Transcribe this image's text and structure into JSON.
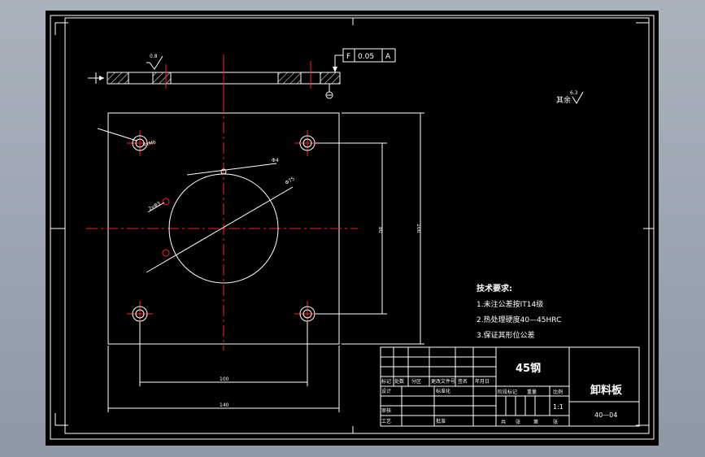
{
  "flatness_tolerance": {
    "symbol": "F",
    "value": "0.05",
    "datum": "A"
  },
  "roughness": {
    "section": "0.8",
    "general": "6.3"
  },
  "general_roughness_label": "其余",
  "dimensions": {
    "hole_callout": "4xM6",
    "hole_diameter": "Φ4",
    "bore_diameter": "Φ75",
    "pin_hole": "2xΦ3",
    "inner_height": "80",
    "outer_height": "100",
    "inner_width": "100",
    "outer_width": "140"
  },
  "tech_requirements": {
    "title": "技术要求:",
    "items": [
      "1.未注公差按IT14级",
      "2.热处理硬度40—45HRC",
      "3.保证其形位公差"
    ]
  },
  "title_block": {
    "material": "45钢",
    "part_name": "卸料板",
    "drawing_number": "40—04",
    "scale": "1:1",
    "row_labels": [
      "标记",
      "处数",
      "分区",
      "更改文件号",
      "签名",
      "年月日"
    ],
    "sign_labels": [
      "设计",
      "标准化"
    ],
    "check_labels": [
      "审核",
      "批准"
    ],
    "process_label": "工艺",
    "stage_labels": [
      "阶段标记",
      "重量",
      "比例"
    ],
    "sheet_labels": [
      "共",
      "张",
      "第",
      "张"
    ]
  }
}
